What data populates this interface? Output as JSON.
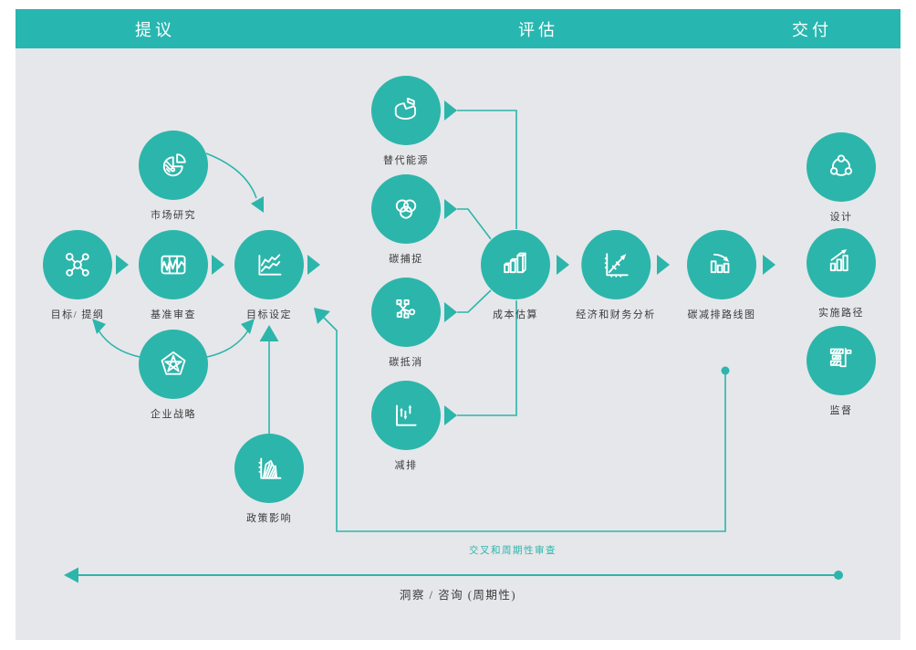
{
  "header": {
    "sections": [
      {
        "label": "提议"
      },
      {
        "label": "评估"
      },
      {
        "label": "交付"
      }
    ]
  },
  "nodes": [
    {
      "label": "目标/ 提纲",
      "icon": "network-molecule-icon"
    },
    {
      "label": "基准审查",
      "icon": "waveform-panel-icon"
    },
    {
      "label": "目标设定",
      "icon": "trend-lines-chart-icon"
    },
    {
      "label": "市场研究",
      "icon": "pie-chart-exploded-icon"
    },
    {
      "label": "企业战略",
      "icon": "pentagon-star-icon"
    },
    {
      "label": "政策影响",
      "icon": "hatched-area-chart-icon"
    },
    {
      "label": "替代能源",
      "icon": "pie-3d-icon"
    },
    {
      "label": "碳捕捉",
      "icon": "venn-circles-icon"
    },
    {
      "label": "碳抵消",
      "icon": "node-tree-icon"
    },
    {
      "label": "减排",
      "icon": "up-down-arrows-axis-icon"
    },
    {
      "label": "成本估算",
      "icon": "bar-chart-3d-icon"
    },
    {
      "label": "经济和财务分析",
      "icon": "diagonal-trend-axis-icon"
    },
    {
      "label": "碳减排路线图",
      "icon": "declining-bars-arrow-icon"
    },
    {
      "label": "设计",
      "icon": "cycle-nodes-icon"
    },
    {
      "label": "实施路径",
      "icon": "rising-bars-arrow-icon"
    },
    {
      "label": "监督",
      "icon": "gantt-bars-icon"
    }
  ],
  "annotations": {
    "cross_review": "交叉和周期性审查",
    "insight": "洞察 / 咨询 (周期性)"
  },
  "colors": {
    "accent": "#2cb5ab",
    "header_bar": "#28b6b0",
    "background": "#e6e7ea",
    "label_text": "#3b3b3b",
    "icon_stroke": "#ffffff"
  }
}
